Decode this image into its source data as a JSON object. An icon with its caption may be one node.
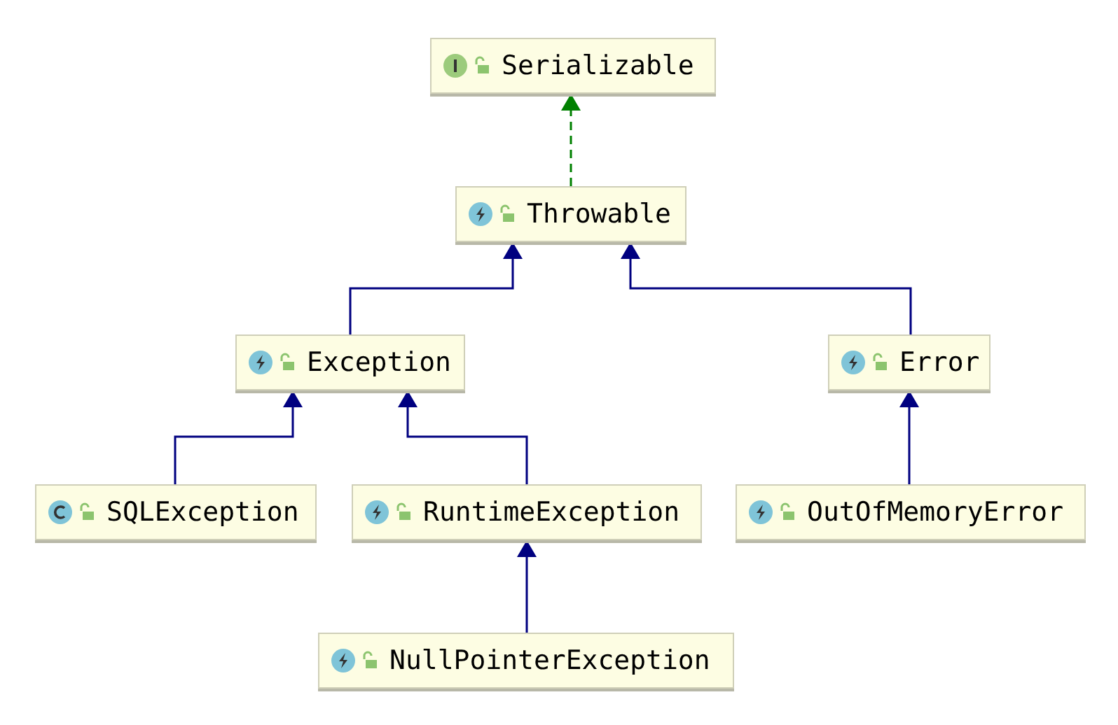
{
  "diagram": {
    "nodes": [
      {
        "text": [
          "Serializable"
        ]
      },
      {
        "text": [
          "Throwable"
        ]
      },
      {
        "text": [
          "Exception"
        ]
      },
      {
        "text": [
          "Error"
        ]
      },
      {
        "text": [
          "SQLException"
        ]
      },
      {
        "text": [
          "RuntimeException"
        ]
      },
      {
        "text": [
          "OutOfMemoryError"
        ]
      },
      {
        "text": [
          "NullPointerException"
        ]
      }
    ],
    "edges": [
      {
        "from": 1,
        "to": 0,
        "arrow": "to",
        "style": "dashed",
        "color": "#008000"
      },
      {
        "from": 2,
        "to": 1,
        "arrow": "to"
      },
      {
        "from": 3,
        "to": 1,
        "arrow": "to"
      },
      {
        "from": 4,
        "to": 2,
        "arrow": "to"
      },
      {
        "from": 5,
        "to": 2,
        "arrow": "to"
      },
      {
        "from": 6,
        "to": 3,
        "arrow": "to"
      },
      {
        "from": 7,
        "to": 5,
        "arrow": "to"
      }
    ]
  }
}
